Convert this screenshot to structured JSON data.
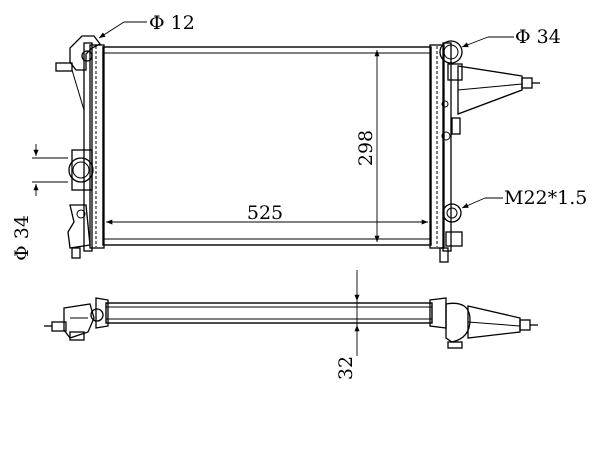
{
  "labels": {
    "pipe_upper_left": "Φ 12",
    "pipe_upper_right": "Φ 34",
    "pipe_left_side": "Φ 34",
    "drain_thread": "M22*1.5"
  },
  "dimensions": {
    "core_width": "525",
    "core_height": "298",
    "core_thickness": "32"
  }
}
